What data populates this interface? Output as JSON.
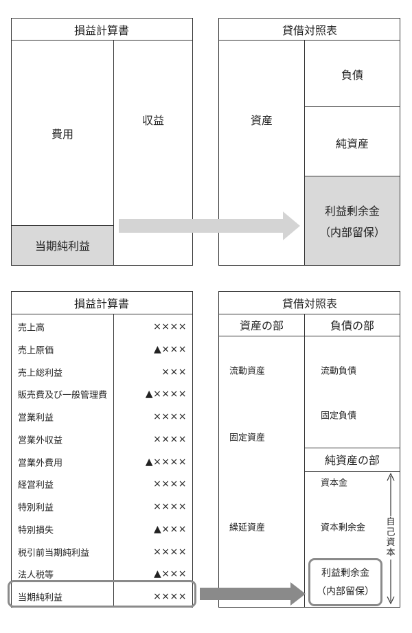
{
  "top": {
    "pl": {
      "title": "損益計算書",
      "expenses": "費用",
      "revenue": "収益",
      "net_income": "当期純利益"
    },
    "bs": {
      "title": "貸借対照表",
      "assets": "資産",
      "liabilities": "負債",
      "net_assets": "純資産",
      "retained_line1": "利益剰余金",
      "retained_line2": "（内部留保）"
    }
  },
  "bottom": {
    "pl": {
      "title": "損益計算書",
      "rows": [
        {
          "label": "売上高",
          "amount": "××××"
        },
        {
          "label": "売上原価",
          "amount": "▲×××"
        },
        {
          "label": "売上総利益",
          "amount": "×××"
        },
        {
          "label": "販売費及び一般管理費",
          "amount": "▲××××"
        },
        {
          "label": "営業利益",
          "amount": "××××"
        },
        {
          "label": "営業外収益",
          "amount": "××××"
        },
        {
          "label": "営業外費用",
          "amount": "▲××××"
        },
        {
          "label": "経営利益",
          "amount": "××××"
        },
        {
          "label": "特別利益",
          "amount": "××××"
        },
        {
          "label": "特別損失",
          "amount": "▲×××"
        },
        {
          "label": "税引前当期純利益",
          "amount": "××××"
        },
        {
          "label": "法人税等",
          "amount": "▲×××"
        },
        {
          "label": "当期純利益",
          "amount": "××××"
        }
      ]
    },
    "bs": {
      "title": "貸借対照表",
      "assets_header": "資産の部",
      "liabilities_header": "負債の部",
      "current_assets": "流動資産",
      "fixed_assets": "固定資産",
      "deferred_assets": "繰延資産",
      "current_liabilities": "流動負債",
      "fixed_liabilities": "固定負債",
      "net_assets_header": "純資産の部",
      "capital_stock": "資本金",
      "capital_surplus": "資本剰余金",
      "retained_line1": "利益剰余金",
      "retained_line2": "（内部留保）",
      "equity_label": "自己資本"
    }
  },
  "colors": {
    "line": "#333333",
    "gray_fill": "#d9d9d9",
    "arrow_light": "#d4d4d4",
    "highlight_border": "#8a8a8a"
  }
}
